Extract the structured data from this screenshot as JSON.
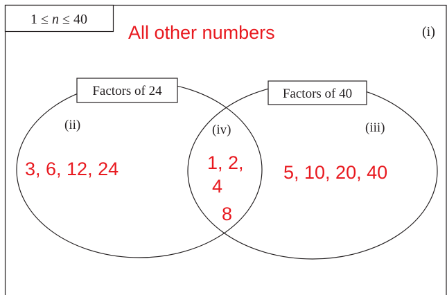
{
  "universal_set": {
    "condition_prefix": "1 ≤ ",
    "condition_var": "n",
    "condition_suffix": " ≤ 40",
    "region_label": "(i)",
    "outside_numbers": "All other numbers"
  },
  "set_a": {
    "title": "Factors of 24",
    "region_label": "(ii)",
    "only_numbers": "3, 6, 12, 24"
  },
  "set_b": {
    "title": "Factors of 40",
    "region_label": "(iii)",
    "only_numbers": "5, 10, 20, 40"
  },
  "intersection": {
    "region_label": "(iv)",
    "numbers_line1": "1, 2,",
    "numbers_line2": "4",
    "numbers_line3": "8"
  },
  "colors": {
    "answer_text": "#e8191f",
    "lines": "#231f20"
  }
}
